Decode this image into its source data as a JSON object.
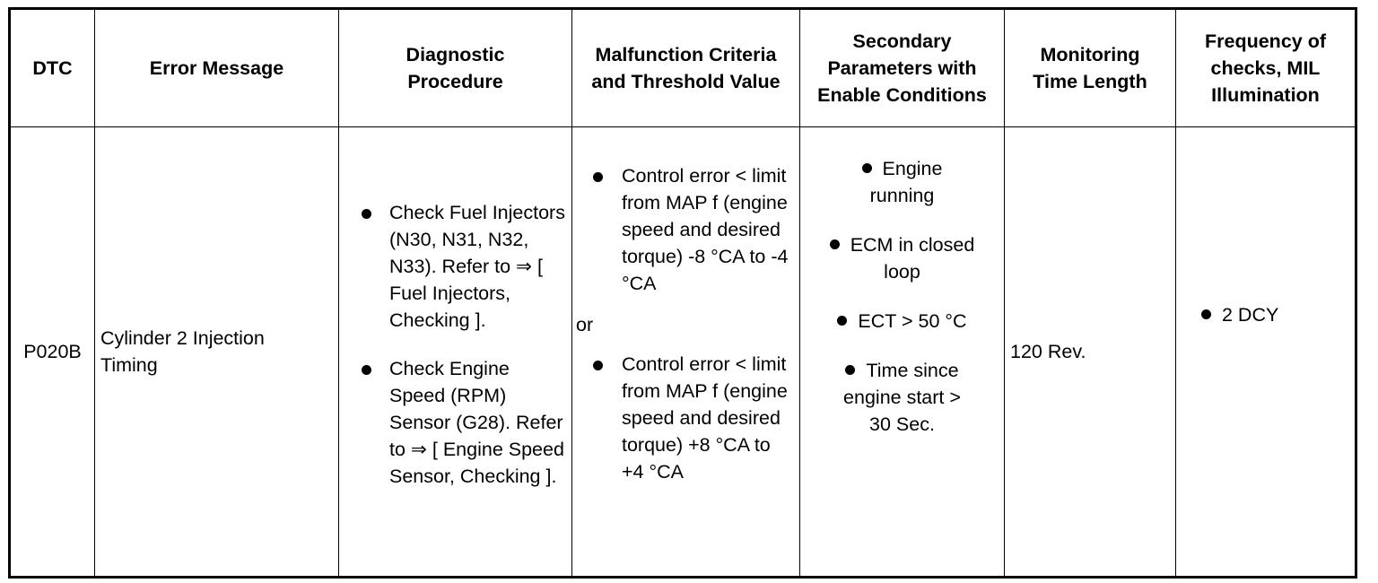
{
  "table": {
    "headers": {
      "dtc": "DTC",
      "error_message": "Error Message",
      "diagnostic_procedure": "Diagnostic Procedure",
      "malfunction_criteria": "Malfunction Criteria and Threshold Value",
      "secondary_parameters": "Secondary Parameters with Enable Conditions",
      "monitoring_time": "Monitoring Time Length",
      "frequency": "Frequency of checks, MIL Illumination"
    },
    "row": {
      "dtc": "P020B",
      "error_message": "Cylinder 2 Injection Timing",
      "diagnostic_procedure": [
        "Check Fuel Injectors (N30, N31, N32, N33). Refer to ⇒ [ Fuel Injectors, Checking ].",
        "Check Engine Speed (RPM) Sensor (G28). Refer to ⇒ [ Engine Speed Sensor, Checking ]."
      ],
      "malfunction_criteria": {
        "first": "Control error < limit from MAP f (engine speed and desired torque) -8 °CA to -4 °CA",
        "or": "or",
        "second": "Control error < limit from MAP f (engine speed and desired torque) +8 °CA to +4 °CA"
      },
      "secondary_parameters": [
        "Engine running",
        "ECM in closed loop",
        "ECT > 50 °C",
        "Time since engine start > 30 Sec."
      ],
      "monitoring_time": "120 Rev.",
      "frequency": "2 DCY"
    }
  }
}
